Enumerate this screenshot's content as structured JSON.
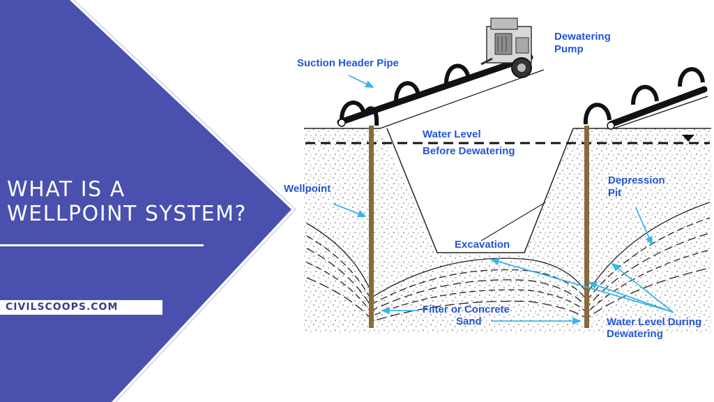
{
  "banner": {
    "title_line1": "WHAT IS A",
    "title_line2": "WELLPOINT SYSTEM?",
    "brand": "CIVILSCOOPS.COM",
    "bg_color": "#4a50ae"
  },
  "diagram": {
    "labels": {
      "suction_header_pipe": "Suction Header Pipe",
      "dewatering_pump_1": "Dewatering",
      "dewatering_pump_2": "Pump",
      "water_level_before_1": "Water Level",
      "water_level_before_2": "Before Dewatering",
      "wellpoint": "Wellpoint",
      "depression_pit_1": "Depression",
      "depression_pit_2": "Pit",
      "excavation": "Excavation",
      "filter_sand_1": "Filter or Concrete",
      "filter_sand_2": "Sand",
      "water_level_during_1": "Water Level During",
      "water_level_during_2": "Dewatering"
    },
    "colors": {
      "label": "#2256d6",
      "pipe": "#111111",
      "wellpoint_rod": "#8a6a3a",
      "arrow": "#38b6e6"
    }
  }
}
